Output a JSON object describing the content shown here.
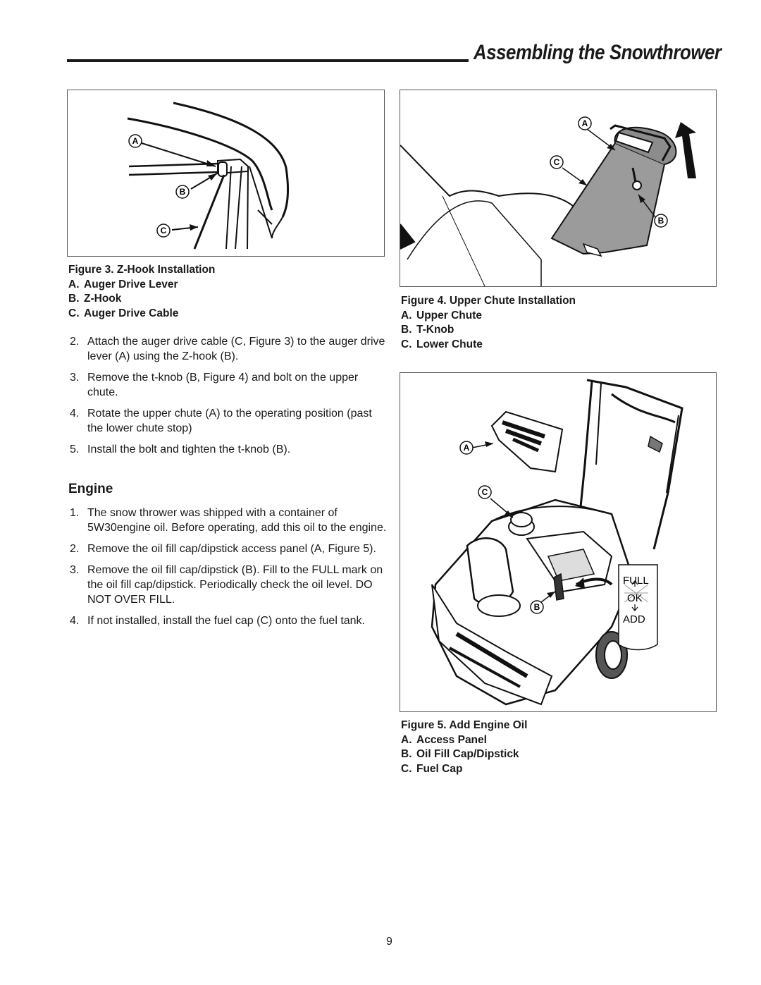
{
  "header": {
    "title": "Assembling the Snowthrower"
  },
  "figure3": {
    "caption_title": "Figure 3. Z-Hook Installation",
    "items": [
      {
        "key": "A.",
        "label": "Auger Drive Lever"
      },
      {
        "key": "B.",
        "label": "Z-Hook"
      },
      {
        "key": "C.",
        "label": "Auger Drive Cable"
      }
    ],
    "callouts": {
      "a": "A",
      "b": "B",
      "c": "C"
    }
  },
  "figure4": {
    "caption_title": "Figure 4. Upper Chute Installation",
    "items": [
      {
        "key": "A.",
        "label": "Upper Chute"
      },
      {
        "key": "B.",
        "label": "T-Knob"
      },
      {
        "key": "C.",
        "label": "Lower Chute"
      }
    ],
    "callouts": {
      "a": "A",
      "b": "B",
      "c": "C"
    }
  },
  "figure5": {
    "caption_title": "Figure 5. Add Engine Oil",
    "items": [
      {
        "key": "A.",
        "label": "Access Panel"
      },
      {
        "key": "B.",
        "label": "Oil Fill Cap/Dipstick"
      },
      {
        "key": "C.",
        "label": "Fuel Cap"
      }
    ],
    "callouts": {
      "a": "A",
      "b": "B",
      "c": "C"
    },
    "dipstick": {
      "full": "FULL",
      "ok": "OK",
      "add": "ADD"
    }
  },
  "steps_top": [
    {
      "num": "2.",
      "text": "Attach the auger drive cable (C, Figure 3) to the auger drive lever (A) using the Z-hook (B)."
    },
    {
      "num": "3.",
      "text": "Remove the t-knob (B, Figure 4) and bolt on the upper chute."
    },
    {
      "num": "4.",
      "text": "Rotate the upper chute (A) to the operating position (past the lower chute stop)"
    },
    {
      "num": "5.",
      "text": "Install the bolt and tighten the t-knob (B)."
    }
  ],
  "engine_section": {
    "heading": "Engine",
    "steps": [
      {
        "num": "1.",
        "text": "The snow thrower was shipped with a container of 5W30engine oil. Before operating, add this oil to the engine."
      },
      {
        "num": "2.",
        "text": "Remove the oil fill cap/dipstick access panel (A, Figure 5)."
      },
      {
        "num": "3.",
        "text": "Remove the oil fill cap/dipstick (B). Fill to the FULL mark on the oil fill cap/dipstick. Periodically check the oil level. DO NOT OVER FILL."
      },
      {
        "num": "4.",
        "text": "If not installed, install the fuel cap (C) onto the fuel tank."
      }
    ]
  },
  "footer": {
    "page_number": "9"
  }
}
